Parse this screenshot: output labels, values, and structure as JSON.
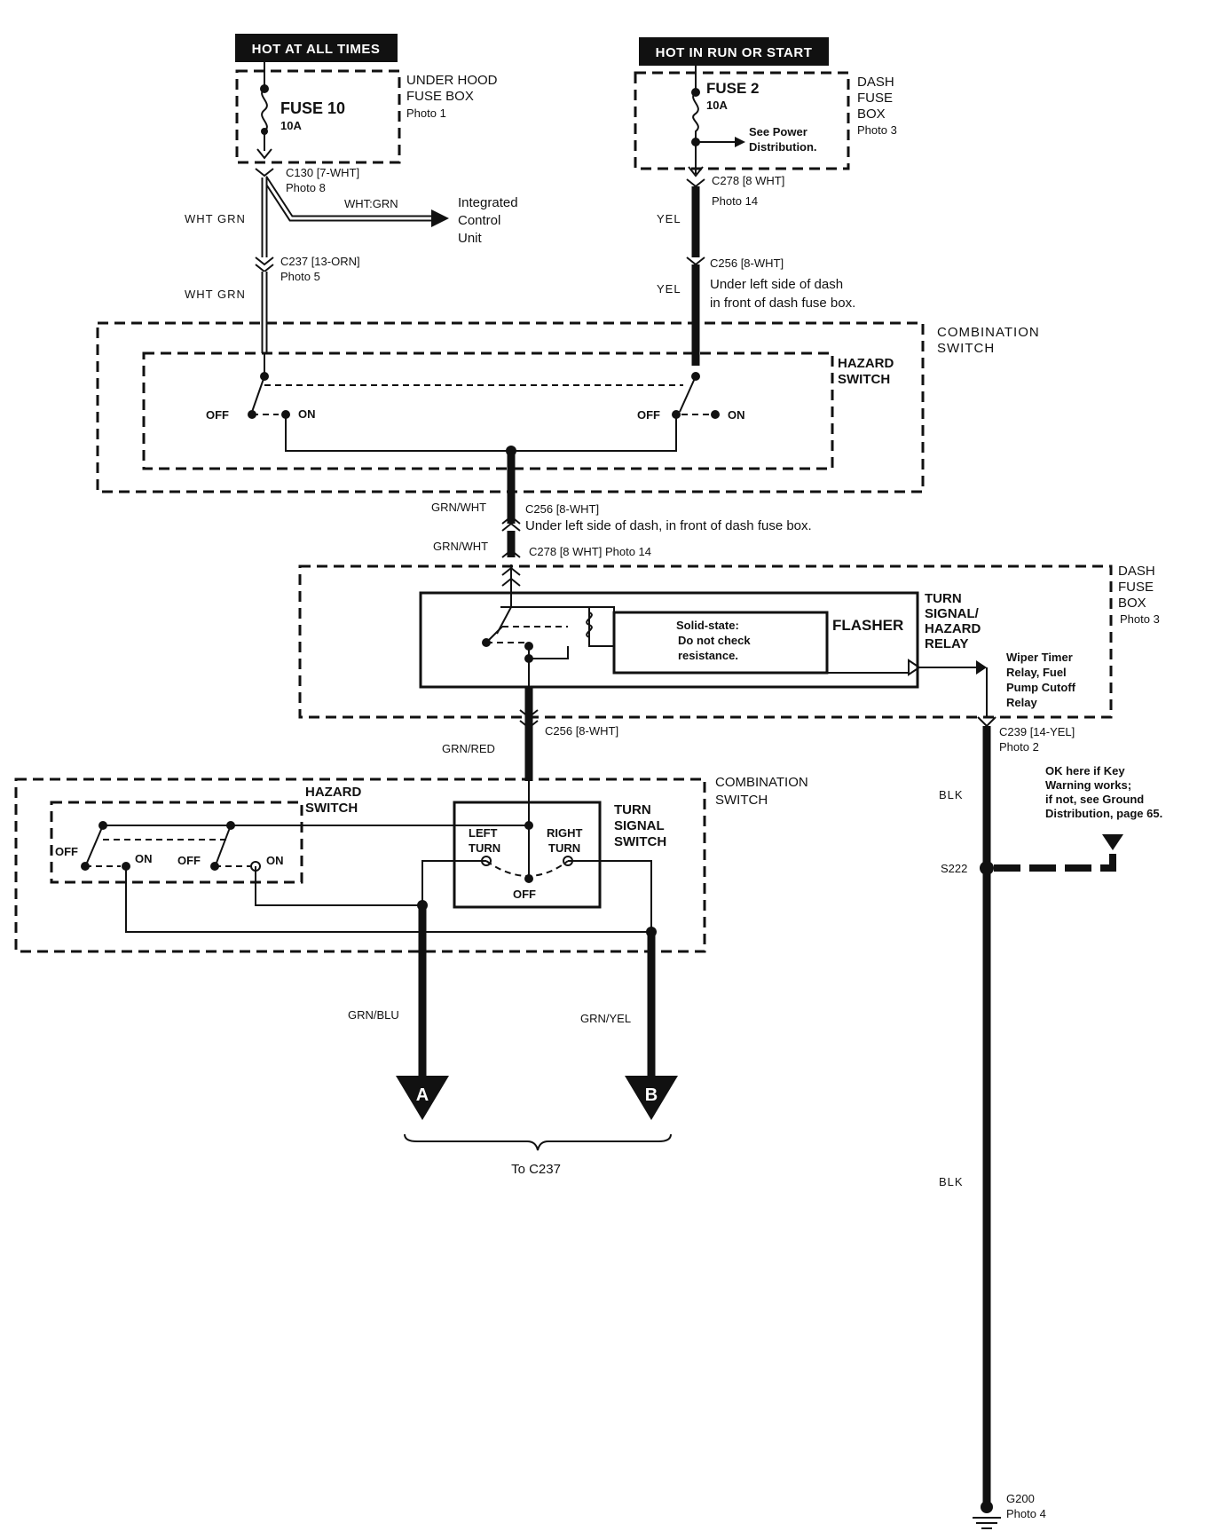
{
  "diagram_title": "",
  "header_hot_at_all_times": "HOT AT ALL TIMES",
  "header_hot_in_run": "HOT IN RUN OR START",
  "underhood_box": [
    "UNDER HOOD",
    "FUSE BOX",
    "Photo 1"
  ],
  "fuse10": {
    "name": "FUSE 10",
    "rating": "10A"
  },
  "dash_box_top": [
    "DASH",
    "FUSE",
    "BOX",
    "Photo 3"
  ],
  "fuse2": {
    "name": "FUSE 2",
    "rating": "10A"
  },
  "see_power": [
    "See Power",
    "Distribution."
  ],
  "c130": [
    "C130 [7-WHT]",
    "Photo 8"
  ],
  "wht_grn_branch": "WHT:GRN",
  "integrated_unit": [
    "Integrated",
    "Control",
    "Unit"
  ],
  "wht_grn_1": "WHT GRN",
  "wht_grn_2": "WHT GRN",
  "c237": [
    "C237 [13-ORN]",
    "Photo 5"
  ],
  "c278_top": [
    "C278 [8 WHT]",
    "Photo 14"
  ],
  "yel_1": "YEL",
  "yel_2": "YEL",
  "c256_top": [
    "C256 [8-WHT]",
    "Under left side of dash",
    "in front of dash fuse box."
  ],
  "combo_switch_top": [
    "COMBINATION",
    "SWITCH"
  ],
  "hazard_switch_top": [
    "HAZARD",
    "SWITCH"
  ],
  "off_label": "OFF",
  "on_label": "ON",
  "grn_wht_1": "GRN/WHT",
  "c256_mid": [
    "C256 [8-WHT]",
    "Under left side of dash, in front of dash fuse box."
  ],
  "grn_wht_2": "GRN/WHT",
  "c278_mid": "C278 [8 WHT] Photo 14",
  "dash_box_mid": [
    "DASH",
    "FUSE",
    "BOX",
    "Photo 3"
  ],
  "relay_label": [
    "TURN",
    "SIGNAL/",
    "HAZARD",
    "RELAY"
  ],
  "solid_state": [
    "Solid-state:",
    "Do not check",
    "resistance."
  ],
  "flasher": "FLASHER",
  "wiper_note": [
    "Wiper Timer",
    "Relay, Fuel",
    "Pump Cutoff",
    "Relay"
  ],
  "c256_low": "C256 [8-WHT]",
  "grn_red": "GRN/RED",
  "c239": [
    "C239 [14-YEL]",
    "Photo 2"
  ],
  "combo_switch_low": [
    "COMBINATION",
    "SWITCH"
  ],
  "hazard_switch_low": [
    "HAZARD",
    "SWITCH"
  ],
  "turn_signal_switch": [
    "TURN",
    "SIGNAL",
    "SWITCH"
  ],
  "left_turn": [
    "LEFT",
    "TURN"
  ],
  "right_turn": [
    "RIGHT",
    "TURN"
  ],
  "blk_1": "BLK",
  "ok_note": [
    "OK here if Key",
    "Warning works;",
    "if not, see Ground",
    "Distribution, page 65."
  ],
  "s222": "S222",
  "grn_blu": "GRN/BLU",
  "grn_yel": "GRN/YEL",
  "conn_a": "A",
  "conn_b": "B",
  "to_c237": "To C237",
  "blk_2": "BLK",
  "g200": [
    "G200",
    "Photo 4"
  ]
}
